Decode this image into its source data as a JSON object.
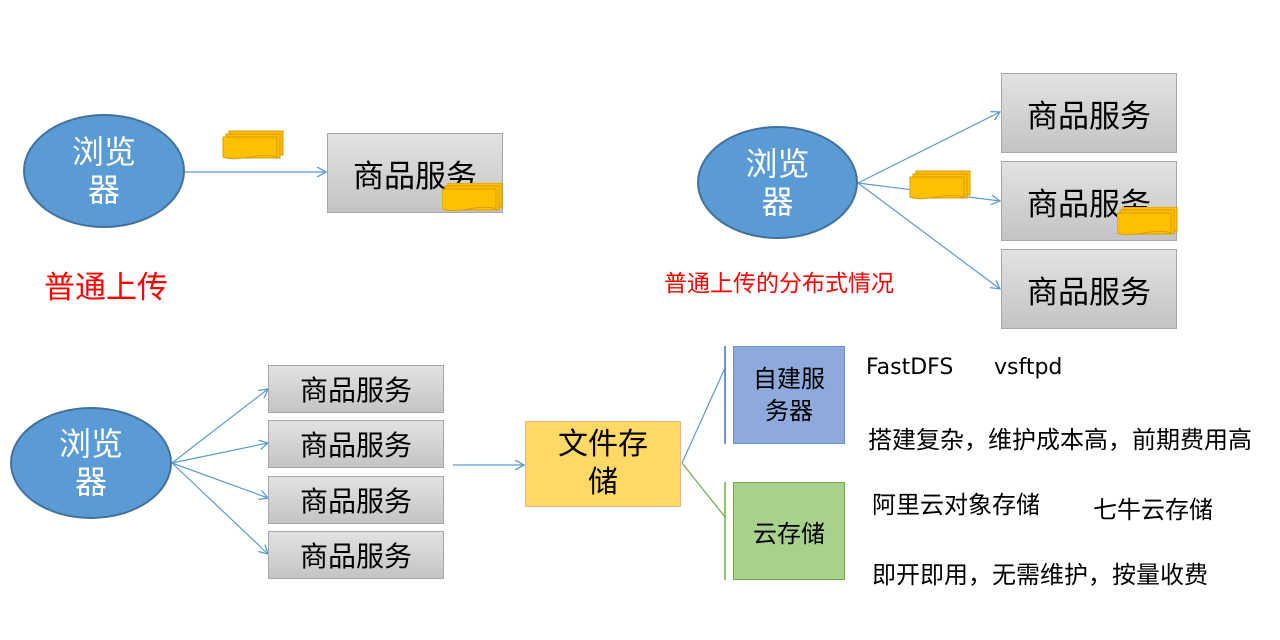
{
  "browser_label": "浏览器",
  "service_label": "商品服务",
  "caption_normal": "普通上传",
  "caption_distributed": "普通上传的分布式情况",
  "file_storage_label": "文件存储",
  "self_built_label": "自建服务器",
  "cloud_storage_label": "云存储",
  "self_built_products": [
    "FastDFS",
    "vsftpd"
  ],
  "self_built_note": "搭建复杂，维护成本高，前期费用高",
  "cloud_products": [
    "阿里云对象存储",
    "七牛云存储"
  ],
  "cloud_note": "即开即用，无需维护，按量收费",
  "colors": {
    "browser_fill": "#5b9bd5",
    "caption": "#ff0000",
    "file_icon": "#ffc000",
    "file_storage_fill": "#ffd966",
    "self_built_fill": "#8ea9db",
    "cloud_fill": "#a9d18e"
  }
}
